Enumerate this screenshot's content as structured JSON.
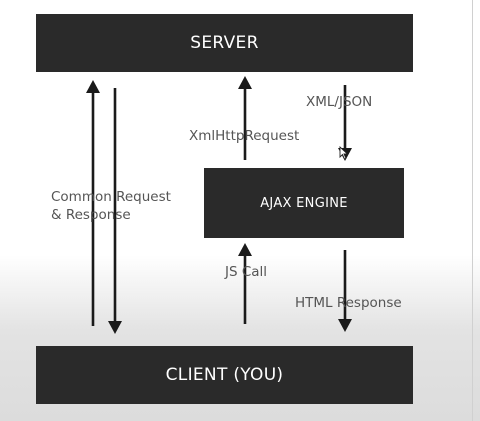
{
  "boxes": {
    "server": "SERVER",
    "ajax_engine": "AJAX ENGINE",
    "client": "CLIENT (YOU)"
  },
  "labels": {
    "common_line1": "Common Request",
    "common_line2": "& Response",
    "xmlhttprequest": "XmlHttpRequest",
    "xml_json": "XML/JSON",
    "js_call": "JS Call",
    "html_response": "HTML Response"
  },
  "colors": {
    "box_fill": "#2a2a2a",
    "box_text": "#ffffff",
    "arrow": "#1a1a1a",
    "label_text": "#555555"
  }
}
